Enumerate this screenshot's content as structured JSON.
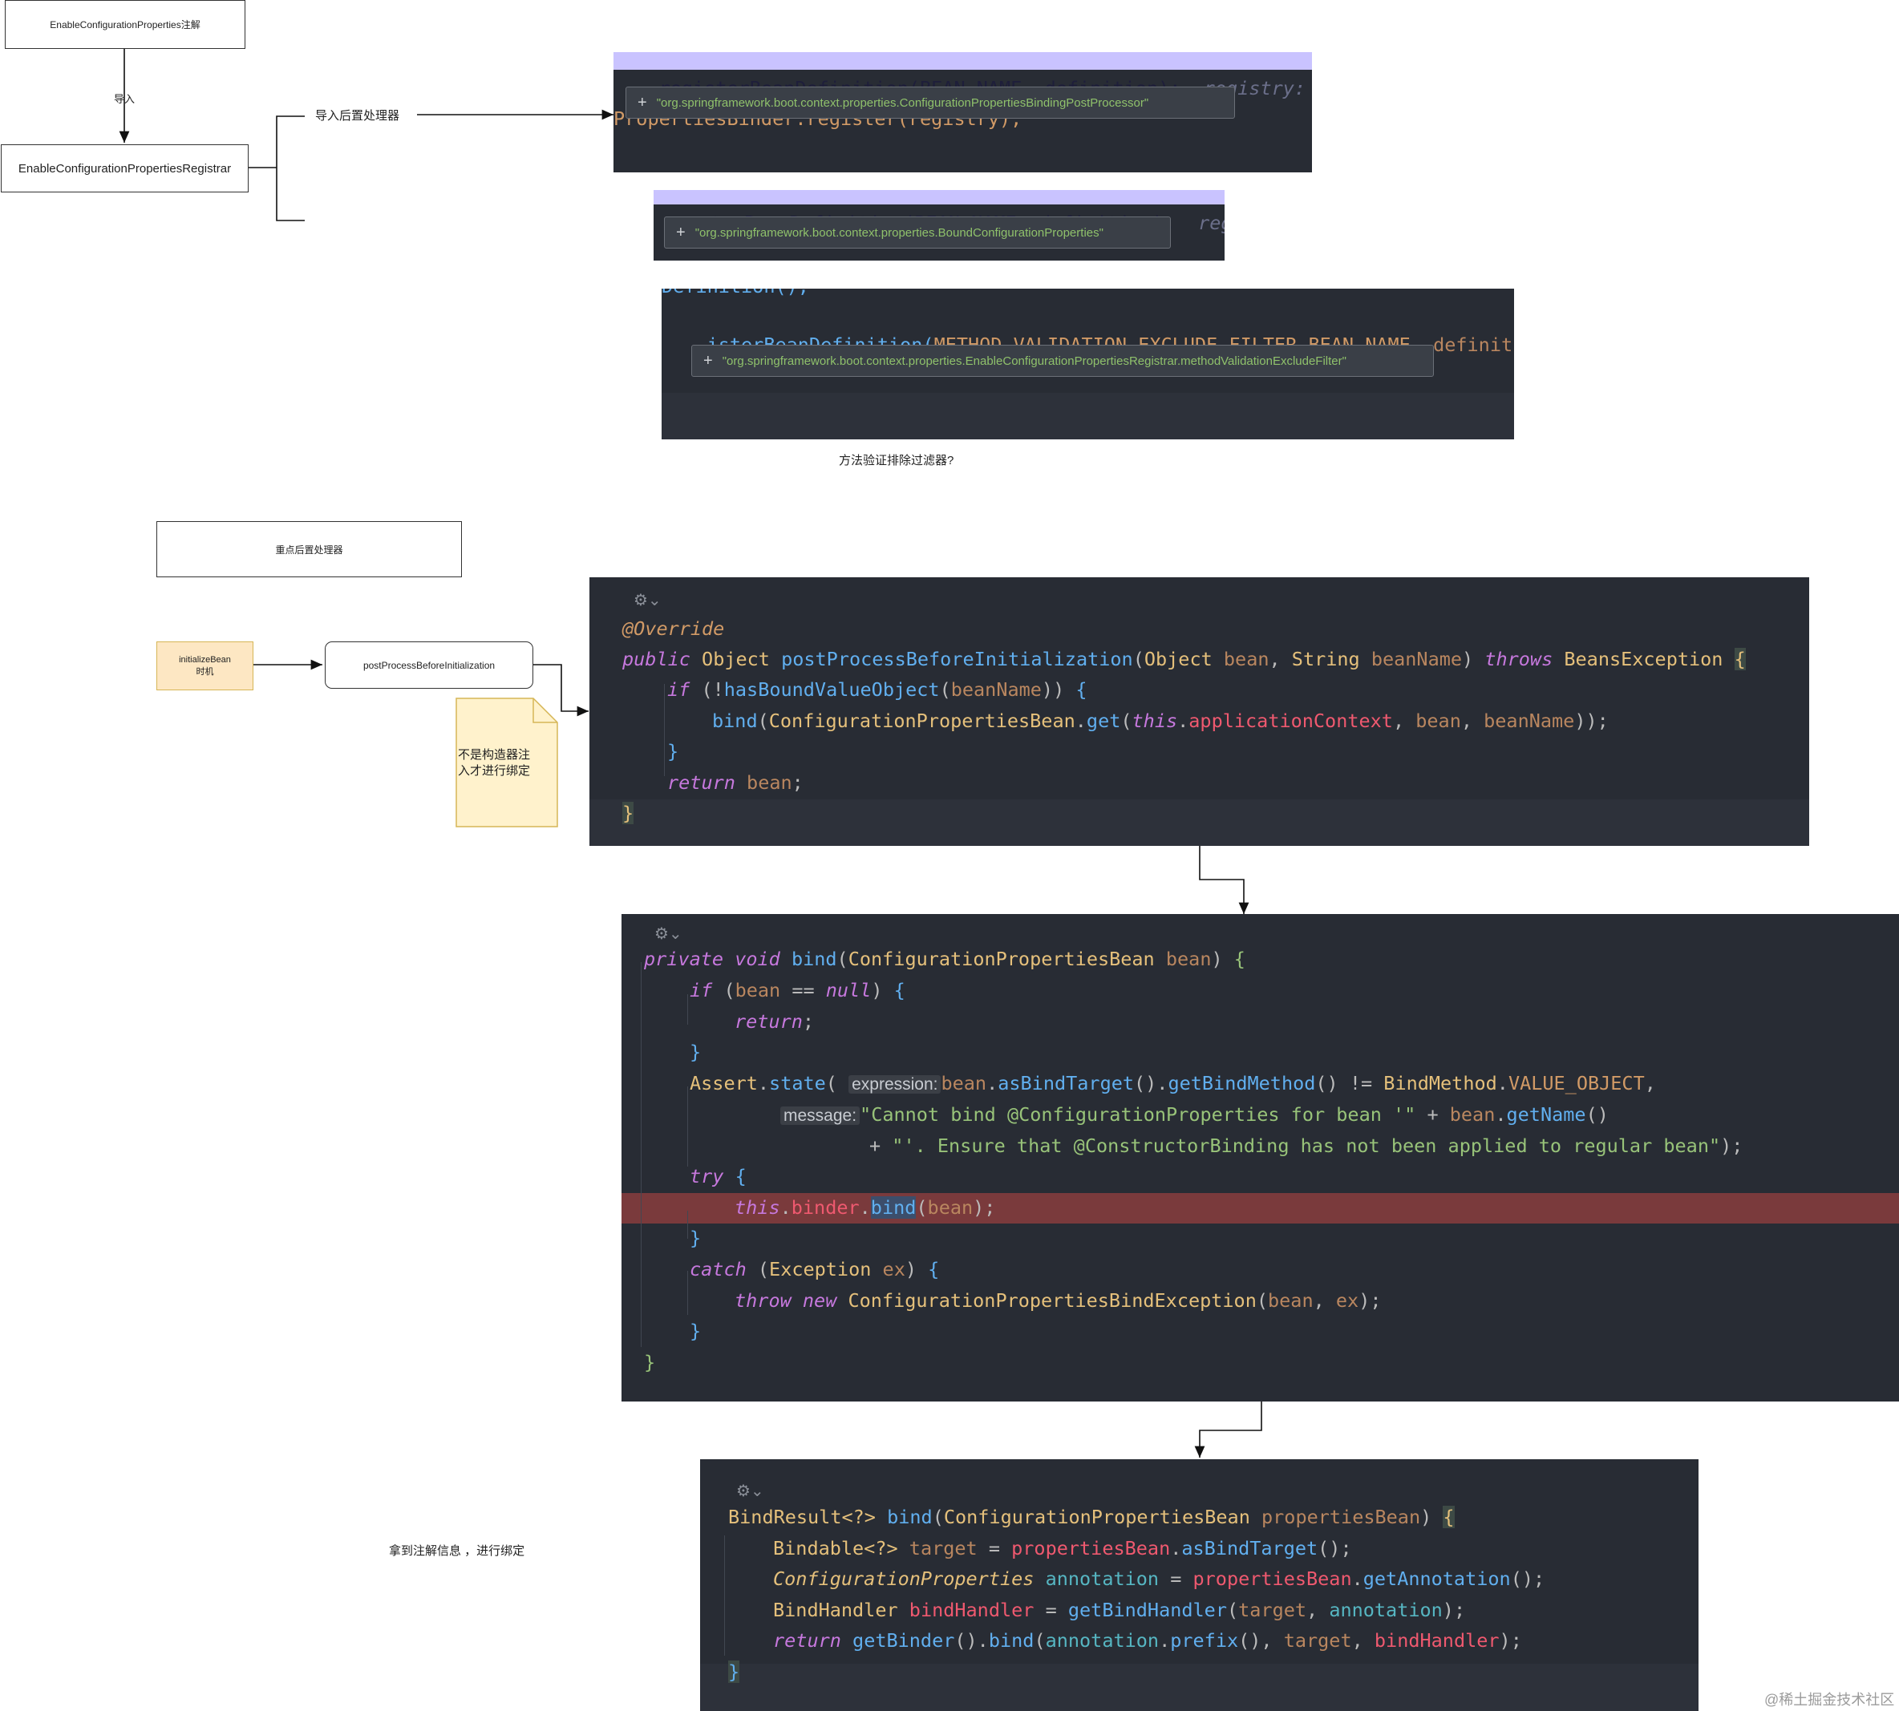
{
  "top": {
    "annotation_box": "EnableConfigurationProperties注解",
    "import_label": "导入",
    "registrar_box": "EnableConfigurationPropertiesRegistrar",
    "import_processor_label": "导入后置处理器"
  },
  "snippet1": {
    "line1": "registerBeanDefinition(BEAN_NAME, definition);",
    "line1_hint": "registry:  org",
    "line2": "PropertiesBinder.register(registry);",
    "tooltip": "\"org.springframework.boot.context.properties.ConfigurationPropertiesBindingPostProcessor\""
  },
  "snippet2": {
    "line1": "sterBeanDefinition(BEAN_NAME, definition);",
    "line1_hint": "registr",
    "tooltip": "\"org.springframework.boot.context.properties.BoundConfigurationProperties\""
  },
  "snippet3": {
    "line0": "Definition();",
    "line1_prefix": "isterBeanDefinition(",
    "line1_const": "METHOD_VALIDATION_EXCLUDE_FILTER_BEAN_NAME",
    "line1_sep": ", ",
    "line1_param": "definition",
    "line1_end": ");",
    "tooltip": "\"org.springframework.boot.context.properties.EnableConfigurationPropertiesRegistrar.methodValidationExcludeFilter\"",
    "caption": "方法验证排除过滤器?"
  },
  "middle": {
    "key_processor_box": "重点后置处理器",
    "initialize_bean_box_line1": "initializeBean",
    "initialize_bean_box_line2": "时机",
    "post_process_box": "postProcessBeforeInitialization",
    "sticky_note": "不是构造器注入才进行绑定"
  },
  "code1": {
    "l1": "@Override",
    "l2": [
      "public",
      "Object",
      "postProcessBeforeInitialization",
      "Object",
      "bean",
      "String",
      "beanName",
      "throws",
      "BeansException"
    ],
    "l3": [
      "if",
      "hasBoundValueObject",
      "beanName"
    ],
    "l4": [
      "bind",
      "ConfigurationPropertiesBean",
      "get",
      "this",
      "applicationContext",
      "bean",
      "beanName"
    ],
    "l6": [
      "return",
      "bean"
    ]
  },
  "code2": {
    "l1": [
      "private",
      "void",
      "bind",
      "ConfigurationPropertiesBean",
      "bean"
    ],
    "l2": [
      "if",
      "bean",
      "null"
    ],
    "l3": "return",
    "l5": [
      "Assert",
      "state",
      "expression:",
      "bean",
      "asBindTarget",
      "getBindMethod",
      "BindMethod",
      "VALUE_OBJECT"
    ],
    "l6": [
      "message:",
      "\"Cannot bind @ConfigurationProperties for bean '\"",
      "bean",
      "getName"
    ],
    "l7": "\"'. Ensure that @ConstructorBinding has not been applied to regular bean\"",
    "l8": "try",
    "l9": [
      "this",
      "binder",
      "bind",
      "bean"
    ],
    "l11": [
      "catch",
      "Exception",
      "ex"
    ],
    "l12": [
      "throw",
      "new",
      "ConfigurationPropertiesBindException",
      "bean",
      "ex"
    ]
  },
  "code3": {
    "l1": [
      "BindResult<?>",
      "bind",
      "ConfigurationPropertiesBean",
      "propertiesBean"
    ],
    "l2": [
      "Bindable<?>",
      "target",
      "propertiesBean",
      "asBindTarget"
    ],
    "l3": [
      "ConfigurationProperties",
      "annotation",
      "propertiesBean",
      "getAnnotation"
    ],
    "l4": [
      "BindHandler",
      "bindHandler",
      "getBindHandler",
      "target",
      "annotation"
    ],
    "l5": [
      "return",
      "getBinder",
      "bind",
      "annotation",
      "prefix",
      "target",
      "bindHandler"
    ],
    "caption": "拿到注解信息 ，进行绑定"
  },
  "watermark": "@稀土掘金技术社区",
  "colors": {
    "code_bg": "#282c34",
    "keyword": "#c678dd",
    "function": "#61afef",
    "type": "#e5c07b",
    "string": "#98c379",
    "highlight_line": "#7a3a3c",
    "selection": "#c9c3ff"
  }
}
